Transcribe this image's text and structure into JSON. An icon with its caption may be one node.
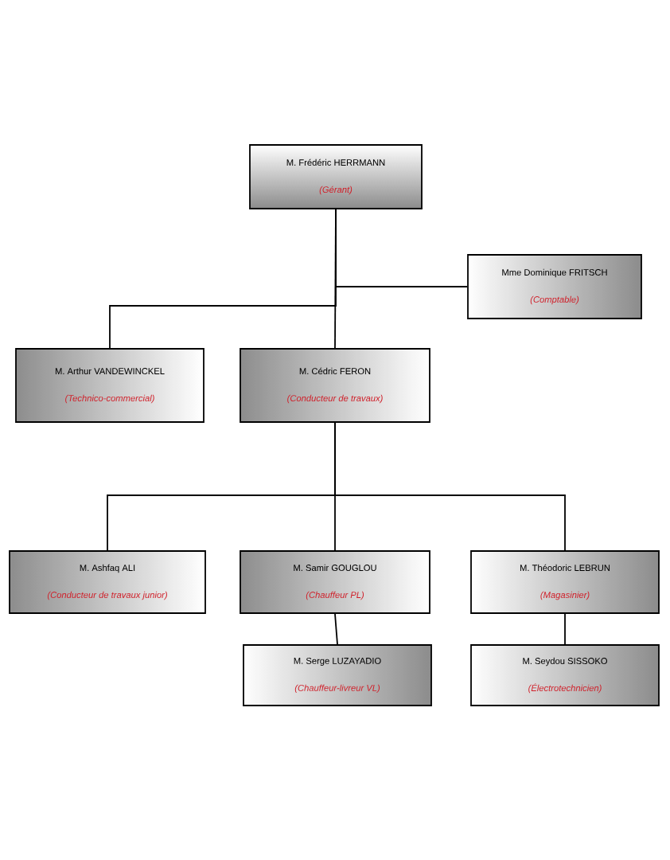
{
  "diagram": {
    "nodes": [
      {
        "text": [
          "M. Frédéric HERRMANN",
          "(Gérant)"
        ]
      },
      {
        "text": [
          "Mme Dominique FRITSCH",
          "(Comptable)"
        ]
      },
      {
        "text": [
          "M. Arthur VANDEWINCKEL",
          "(Technico-commercial)"
        ]
      },
      {
        "text": [
          "M. Cédric FERON",
          "(Conducteur de travaux)"
        ]
      },
      {
        "text": [
          "M. Ashfaq ALI",
          "(Conducteur de travaux junior)"
        ]
      },
      {
        "text": [
          "M. Samir GOUGLOU",
          "(Chauffeur PL)"
        ]
      },
      {
        "text": [
          "M. Théodoric LEBRUN",
          "(Magasinier)"
        ]
      },
      {
        "text": [
          "M. Serge LUZAYADIO",
          "(Chauffeur-livreur VL)"
        ]
      },
      {
        "text": [
          "M. Seydou SISSOKO",
          "(Électrotechnicien)"
        ]
      }
    ],
    "edges": [
      {
        "from": 0,
        "to": 1,
        "arrow": "none"
      },
      {
        "from": 0,
        "to": 2,
        "arrow": "none"
      },
      {
        "from": 0,
        "to": 3,
        "arrow": "none"
      },
      {
        "from": 3,
        "to": 4,
        "arrow": "none"
      },
      {
        "from": 3,
        "to": 5,
        "arrow": "none"
      },
      {
        "from": 3,
        "to": 6,
        "arrow": "none"
      },
      {
        "from": 5,
        "to": 7,
        "arrow": "none"
      },
      {
        "from": 6,
        "to": 8,
        "arrow": "none"
      }
    ]
  }
}
